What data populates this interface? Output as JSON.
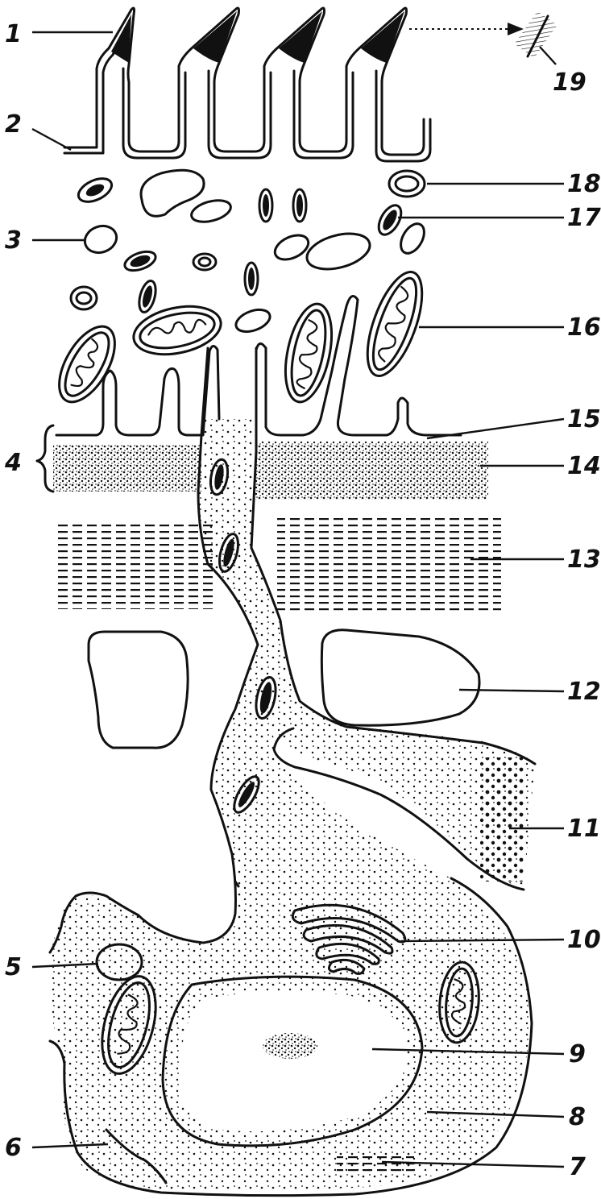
{
  "labels": {
    "l1": "1",
    "l2": "2",
    "l3": "3",
    "l4": "4",
    "l5": "5",
    "l6": "6",
    "l7": "7",
    "l8": "8",
    "l9": "9",
    "l10": "10",
    "l11": "11",
    "l12": "12",
    "l13": "13",
    "l14": "14",
    "l15": "15",
    "l16": "16",
    "l17": "17",
    "l18": "18",
    "l19": "19"
  },
  "colors": {
    "ink": "#111111",
    "paper": "#ffffff"
  }
}
